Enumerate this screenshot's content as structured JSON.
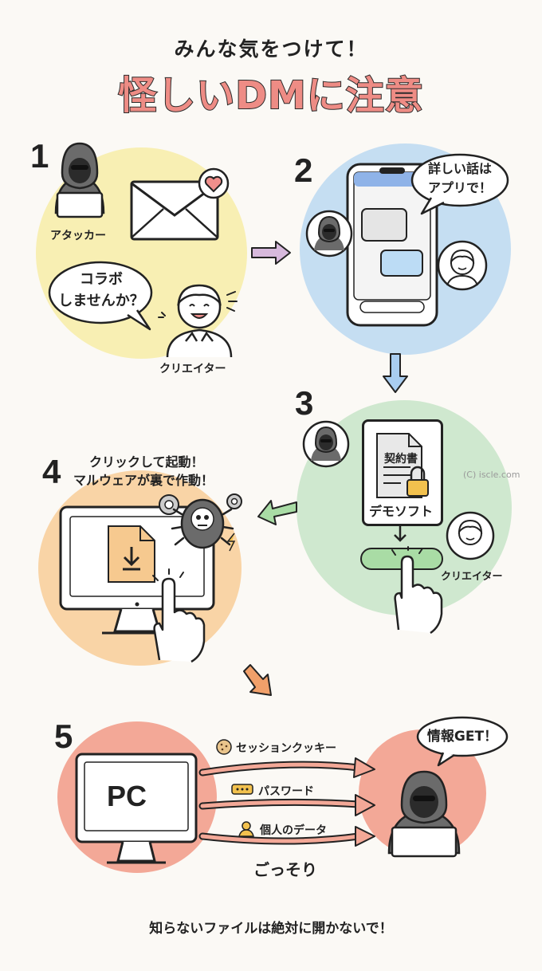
{
  "header": {
    "subtitle": "みんな気をつけて！",
    "title": "怪しいDMに注意"
  },
  "steps": {
    "s1": {
      "number": "1",
      "attacker_label": "アタッカー",
      "bubble": "コラボ\nしませんか？",
      "creator_label": "クリエイター"
    },
    "s2": {
      "number": "2",
      "bubble": "詳しい話は\nアプリで！"
    },
    "s3": {
      "number": "3",
      "doc_title": "契約書",
      "software_label": "デモソフト",
      "creator_label": "クリエイター"
    },
    "s4": {
      "number": "4",
      "caption_line1": "クリックして起動！",
      "caption_line2": "マルウェアが裏で作動！"
    },
    "s5": {
      "number": "5",
      "pc_label": "PC",
      "bubble": "情報GET！",
      "items": [
        "セッションクッキー",
        "パスワード",
        "個人のデータ"
      ],
      "sneak_label": "ごっそり"
    }
  },
  "watermark": "(C) iscle.com",
  "footer": "知らないファイルは絶対に開かないで！",
  "colors": {
    "step1": "#f8efb3",
    "step2": "#c5def2",
    "step3": "#cfe8cf",
    "step4": "#f9d4a6",
    "step5": "#f3a897",
    "title": "#ee8c85",
    "arrow_pink": "#d7b9dc",
    "arrow_blue": "#a9cdf0",
    "arrow_green": "#a9dca5",
    "arrow_orange": "#f1a06a"
  }
}
